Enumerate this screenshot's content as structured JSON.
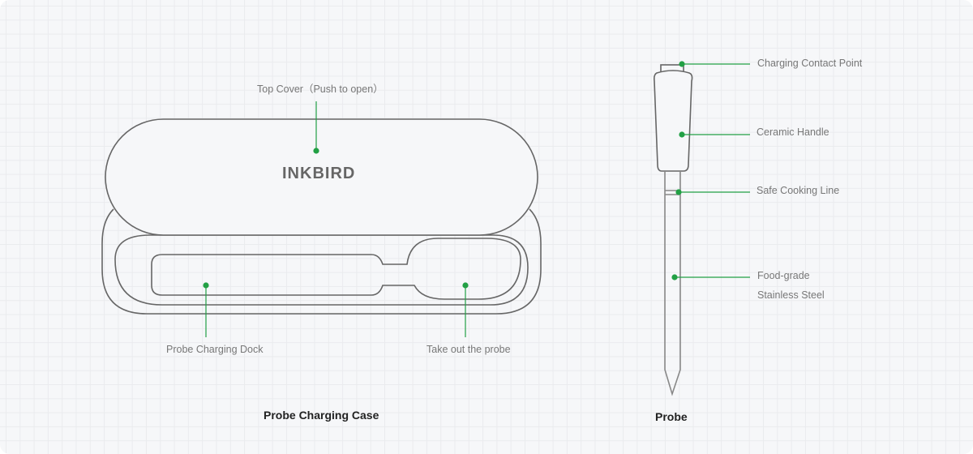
{
  "case": {
    "brand": "INKBIRD",
    "title": "Probe Charging Case",
    "labels": {
      "top_cover": "Top Cover（Push to open）",
      "dock": "Probe Charging Dock",
      "take_out": "Take out the probe"
    }
  },
  "probe": {
    "title": "Probe",
    "labels": {
      "contact": "Charging Contact Point",
      "handle": "Ceramic Handle",
      "safe_line": "Safe Cooking Line",
      "steel_1": "Food-grade",
      "steel_2": "Stainless Steel"
    }
  },
  "colors": {
    "outline": "#666666",
    "callout": "#22a045",
    "background": "#f6f7f9"
  }
}
